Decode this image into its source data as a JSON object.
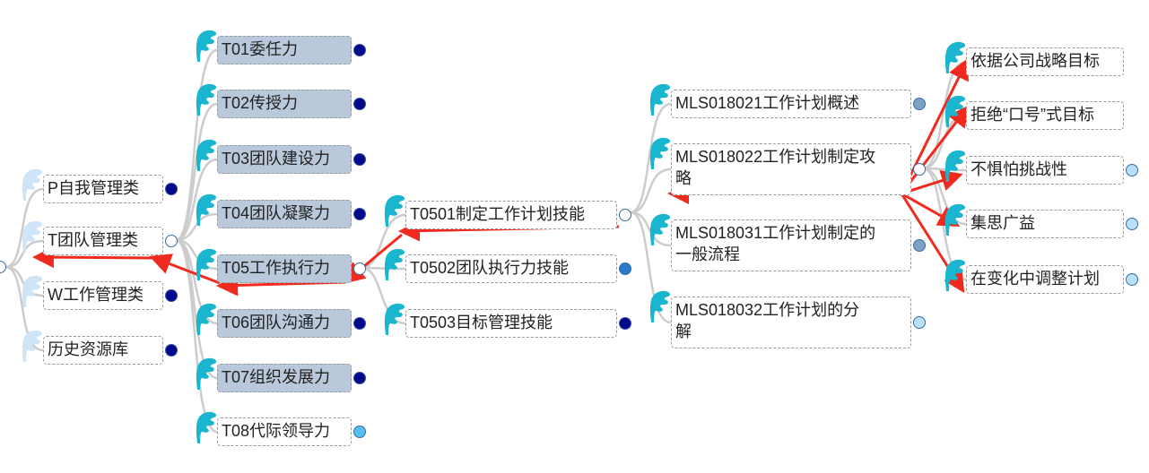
{
  "colors": {
    "arrow": "#f02a1e",
    "connector": "#cccccc",
    "grey_node": "#b9c8db",
    "leaf": "#1ab6cf",
    "leaf_pale": "#cfe5f7",
    "dot_dark": "#000a8a",
    "dot_blue": "#2a78cc",
    "dot_sky": "#55bff2",
    "dot_steel": "#7ea2c4",
    "dot_light": "#b8e0fb"
  },
  "level1": [
    {
      "label": "P自我管理类",
      "dot": "dark"
    },
    {
      "label": "T团队管理类",
      "dot": "open"
    },
    {
      "label": "W工作管理类",
      "dot": "dark"
    },
    {
      "label": "历史资源库",
      "dot": "dark"
    }
  ],
  "level2": [
    {
      "label": "T01委任力",
      "dot": "dark"
    },
    {
      "label": "T02传授力",
      "dot": "dark"
    },
    {
      "label": "T03团队建设力",
      "dot": "dark"
    },
    {
      "label": "T04团队凝聚力",
      "dot": "dark"
    },
    {
      "label": "T05工作执行力",
      "dot": "open"
    },
    {
      "label": "T06团队沟通力",
      "dot": "dark"
    },
    {
      "label": "T07组织发展力",
      "dot": "dark"
    },
    {
      "label": "T08代际领导力",
      "dot": "sky"
    }
  ],
  "level3": [
    {
      "label": "T0501制定工作计划技能",
      "dot": "open"
    },
    {
      "label": "T0502团队执行力技能",
      "dot": "blue"
    },
    {
      "label": "T0503目标管理技能",
      "dot": "dark"
    }
  ],
  "level4": [
    {
      "label": "MLS018021工作计划概述",
      "dot": "steel"
    },
    {
      "label": "MLS018022工作计划制定攻\n略",
      "dot": "open"
    },
    {
      "label": "MLS018031工作计划制定的\n一般流程",
      "dot": "steel"
    },
    {
      "label": "MLS018032工作计划的分\n解",
      "dot": "light"
    }
  ],
  "level5": [
    {
      "label": "依据公司战略目标",
      "dot": "none"
    },
    {
      "label": "拒绝“口号”式目标",
      "dot": "none"
    },
    {
      "label": "不惧怕挑战性",
      "dot": "light"
    },
    {
      "label": "集思广益",
      "dot": "light"
    },
    {
      "label": "在变化中调整计划",
      "dot": "light"
    }
  ]
}
